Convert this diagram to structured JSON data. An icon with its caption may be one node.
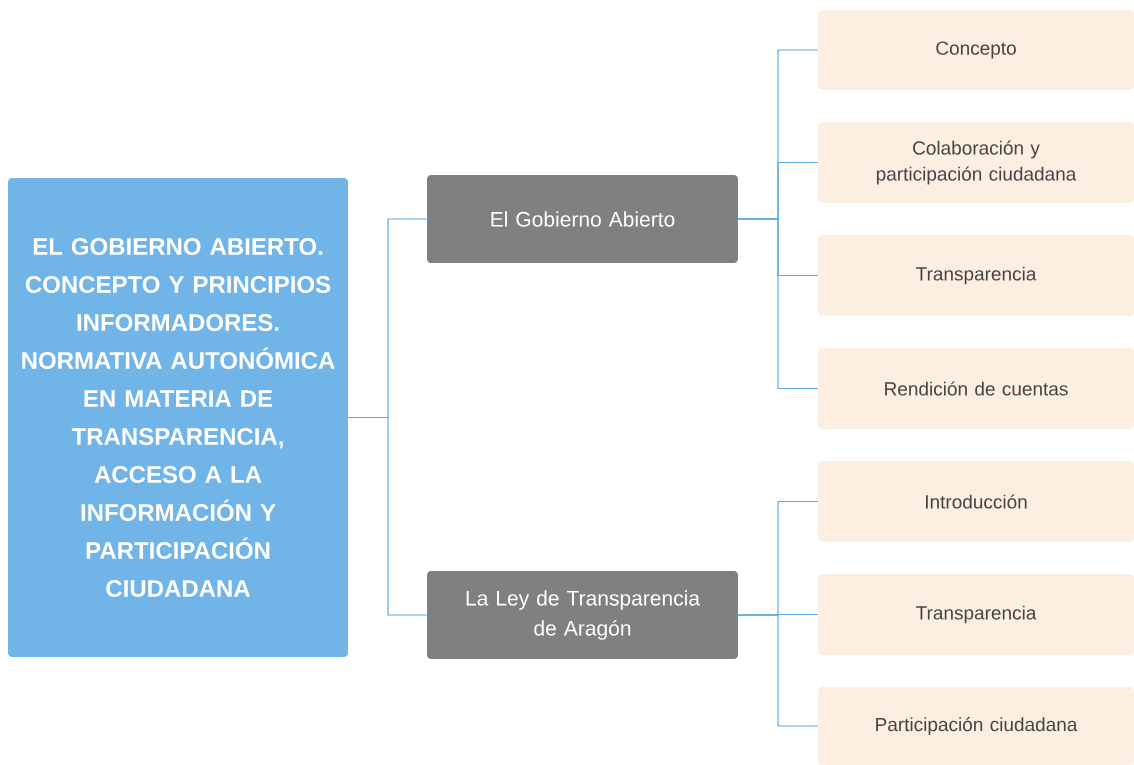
{
  "diagram": {
    "nodes": [
      {
        "text": [
          "EL GOBIERNO ABIERTO. CONCEPTO Y PRINCIPIOS INFORMADORES. NORMATIVA AUTONÓMICA EN MATERIA DE TRANSPARENCIA, ACCESO A LA INFORMACIÓN Y PARTICIPACIÓN CIUDADANA"
        ]
      },
      {
        "text": [
          "El Gobierno Abierto"
        ]
      },
      {
        "text": [
          "La Ley de Transparencia de Aragón"
        ]
      },
      {
        "text": [
          "Concepto"
        ]
      },
      {
        "text": [
          "Colaboración y participación ciudadana"
        ]
      },
      {
        "text": [
          "Transparencia"
        ]
      },
      {
        "text": [
          "Rendición de cuentas"
        ]
      },
      {
        "text": [
          "Introducción"
        ]
      },
      {
        "text": [
          "Transparencia"
        ]
      },
      {
        "text": [
          "Participación ciudadana"
        ]
      }
    ],
    "edges": [
      {
        "from": 0,
        "to": 1,
        "arrow": "none"
      },
      {
        "from": 0,
        "to": 2,
        "arrow": "none"
      },
      {
        "from": 1,
        "to": 3,
        "arrow": "none"
      },
      {
        "from": 1,
        "to": 4,
        "arrow": "none"
      },
      {
        "from": 1,
        "to": 5,
        "arrow": "none"
      },
      {
        "from": 1,
        "to": 6,
        "arrow": "none"
      },
      {
        "from": 2,
        "to": 7,
        "arrow": "none"
      },
      {
        "from": 2,
        "to": 8,
        "arrow": "none"
      },
      {
        "from": 2,
        "to": 9,
        "arrow": "none"
      }
    ]
  }
}
